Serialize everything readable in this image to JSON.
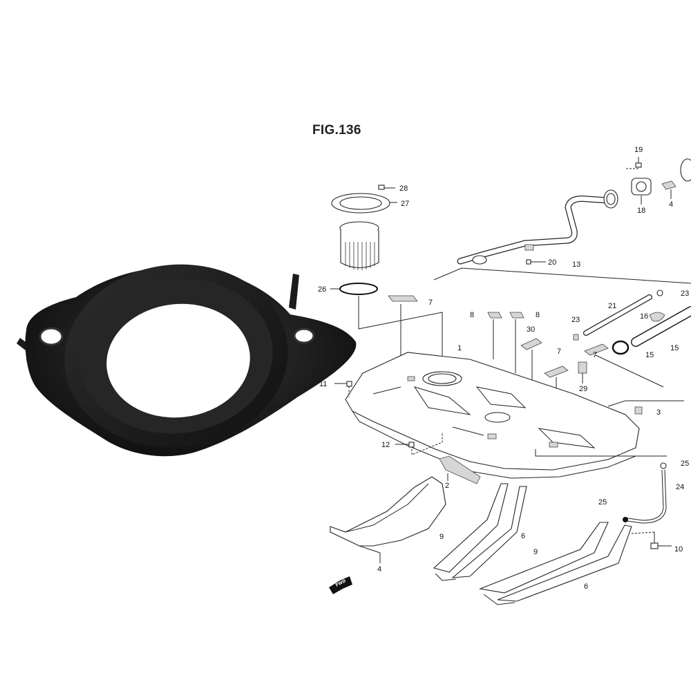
{
  "figure": {
    "title": "FIG.136",
    "front_marker": "FWD"
  },
  "callouts": {
    "c1": "1",
    "c2": "2",
    "c3": "3",
    "c4a": "4",
    "c4b": "4",
    "c6a": "6",
    "c6b": "6",
    "c7a": "7",
    "c7b": "7",
    "c7c": "7",
    "c8a": "8",
    "c8b": "8",
    "c9a": "9",
    "c9b": "9",
    "c10": "10",
    "c11": "11",
    "c12": "12",
    "c13": "13",
    "c15a": "15",
    "c15b": "15",
    "c16": "16",
    "c18": "18",
    "c19": "19",
    "c20": "20",
    "c21": "21",
    "c23a": "23",
    "c23b": "23",
    "c24": "24",
    "c25a": "25",
    "c25b": "25",
    "c26": "26",
    "c27": "27",
    "c28": "28",
    "c29": "29",
    "c30": "30"
  },
  "colors": {
    "gasket": "#1c1c1c",
    "line_art": "#222222",
    "background": "#ffffff"
  }
}
